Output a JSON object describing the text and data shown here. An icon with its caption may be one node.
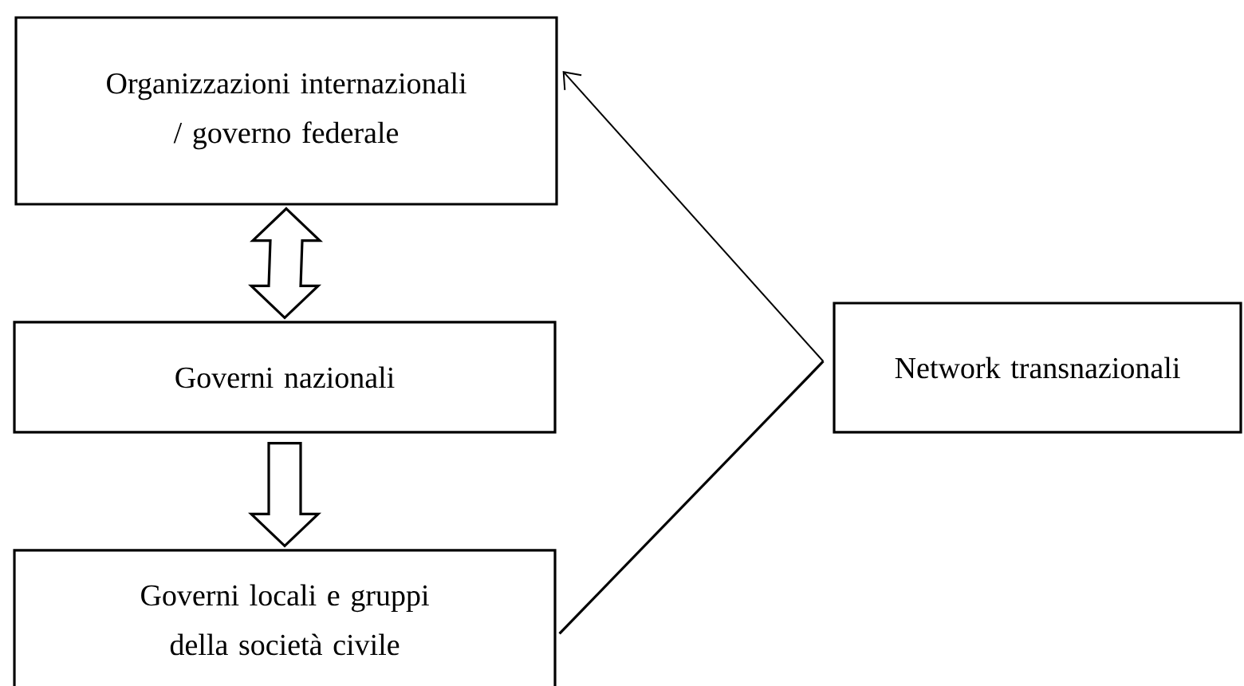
{
  "diagram": {
    "nodes": [
      {
        "text": [
          "Organizzazioni internazionali / governo federale"
        ]
      },
      {
        "text": [
          "Governi nazionali"
        ]
      },
      {
        "text": [
          "Governi locali e gruppi della società civile"
        ]
      },
      {
        "text": [
          "Network transnazionali"
        ]
      }
    ],
    "edges": [
      {
        "from": 0,
        "to": 1,
        "arrow": "both",
        "style": "thick"
      },
      {
        "from": 1,
        "to": 2,
        "arrow": "to",
        "style": "thick"
      },
      {
        "from": 2,
        "to": 3,
        "arrow": "none"
      },
      {
        "from": 3,
        "to": 0,
        "arrow": "to"
      }
    ]
  }
}
